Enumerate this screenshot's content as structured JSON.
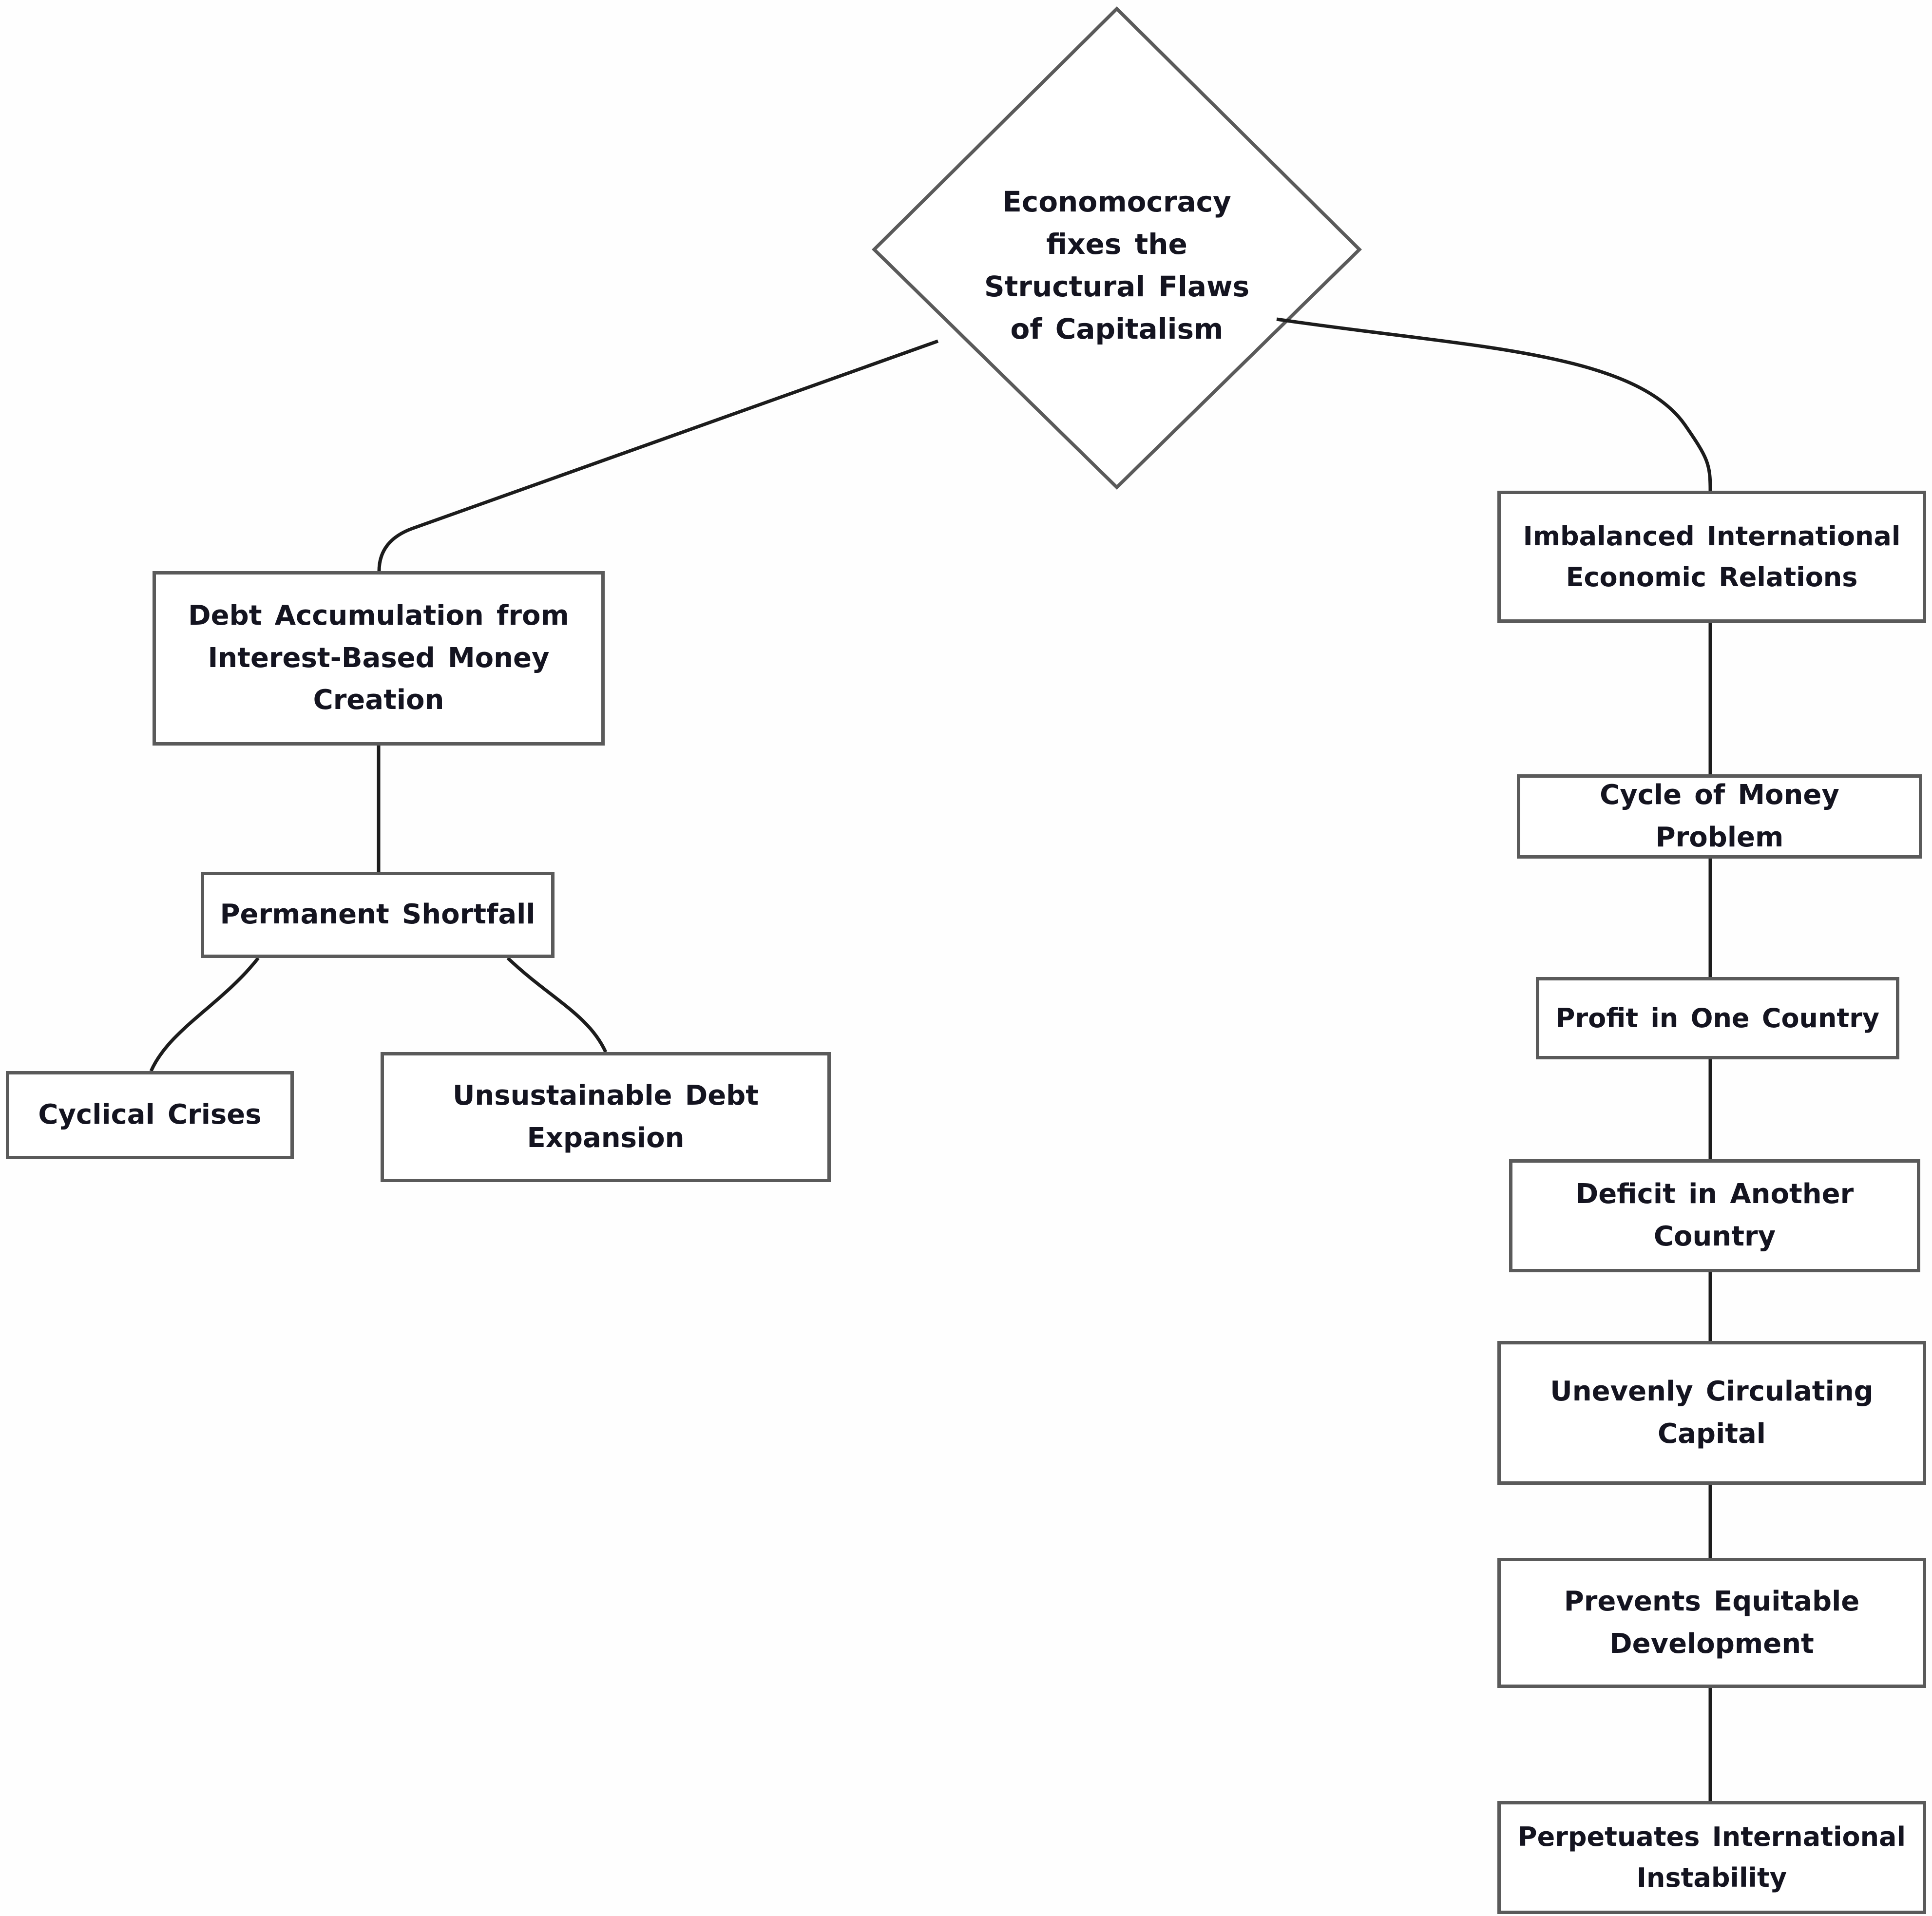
{
  "colors": {
    "line": "#1c1c1c",
    "box_border": "#5a5a5a",
    "text": "#141420",
    "background": "#fefefe"
  },
  "nodes": {
    "diamond": {
      "label": "Economocracy fixes the Structural Flaws of Capitalism"
    },
    "debt": {
      "label": "Debt Accumulation from Interest-Based Money Creation"
    },
    "shortfall": {
      "label": "Permanent Shortfall"
    },
    "crises": {
      "label": "Cyclical Crises"
    },
    "expansion": {
      "label": "Unsustainable Debt Expansion"
    },
    "imbalanced": {
      "label": "Imbalanced International Economic Relations"
    },
    "cycle": {
      "label": "Cycle of Money Problem"
    },
    "profit": {
      "label": "Profit in One Country"
    },
    "deficit": {
      "label": "Deficit in Another Country"
    },
    "unevenly": {
      "label": "Unevenly Circulating Capital"
    },
    "prevents": {
      "label": "Prevents Equitable Development"
    },
    "perpetuates": {
      "label": "Perpetuates International Instability"
    }
  },
  "edges": [
    {
      "from": "diamond",
      "to": "debt"
    },
    {
      "from": "diamond",
      "to": "imbalanced"
    },
    {
      "from": "debt",
      "to": "shortfall"
    },
    {
      "from": "shortfall",
      "to": "crises"
    },
    {
      "from": "shortfall",
      "to": "expansion"
    },
    {
      "from": "imbalanced",
      "to": "cycle"
    },
    {
      "from": "cycle",
      "to": "profit"
    },
    {
      "from": "profit",
      "to": "deficit"
    },
    {
      "from": "deficit",
      "to": "unevenly"
    },
    {
      "from": "unevenly",
      "to": "prevents"
    },
    {
      "from": "prevents",
      "to": "perpetuates"
    }
  ]
}
